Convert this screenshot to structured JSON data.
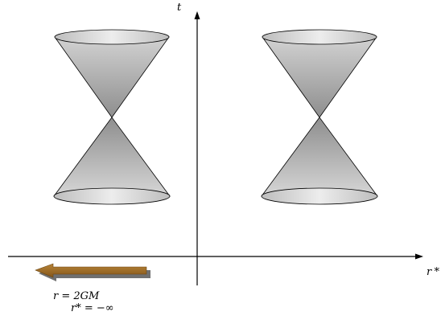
{
  "axes": {
    "t_label": "t",
    "r_label": "r*"
  },
  "annotations": {
    "horizon_line": "r = 2GM",
    "tortoise_line": "r* = −∞"
  },
  "colors": {
    "cone_fill_light": "#e6e6e6",
    "cone_fill_dark": "#9a9a9a",
    "arrow_fill": "#9b6a22",
    "arrow_shadow": "#6e6e6e",
    "axis": "#000000"
  },
  "icons": {
    "arrow": "left-arrow-icon"
  }
}
